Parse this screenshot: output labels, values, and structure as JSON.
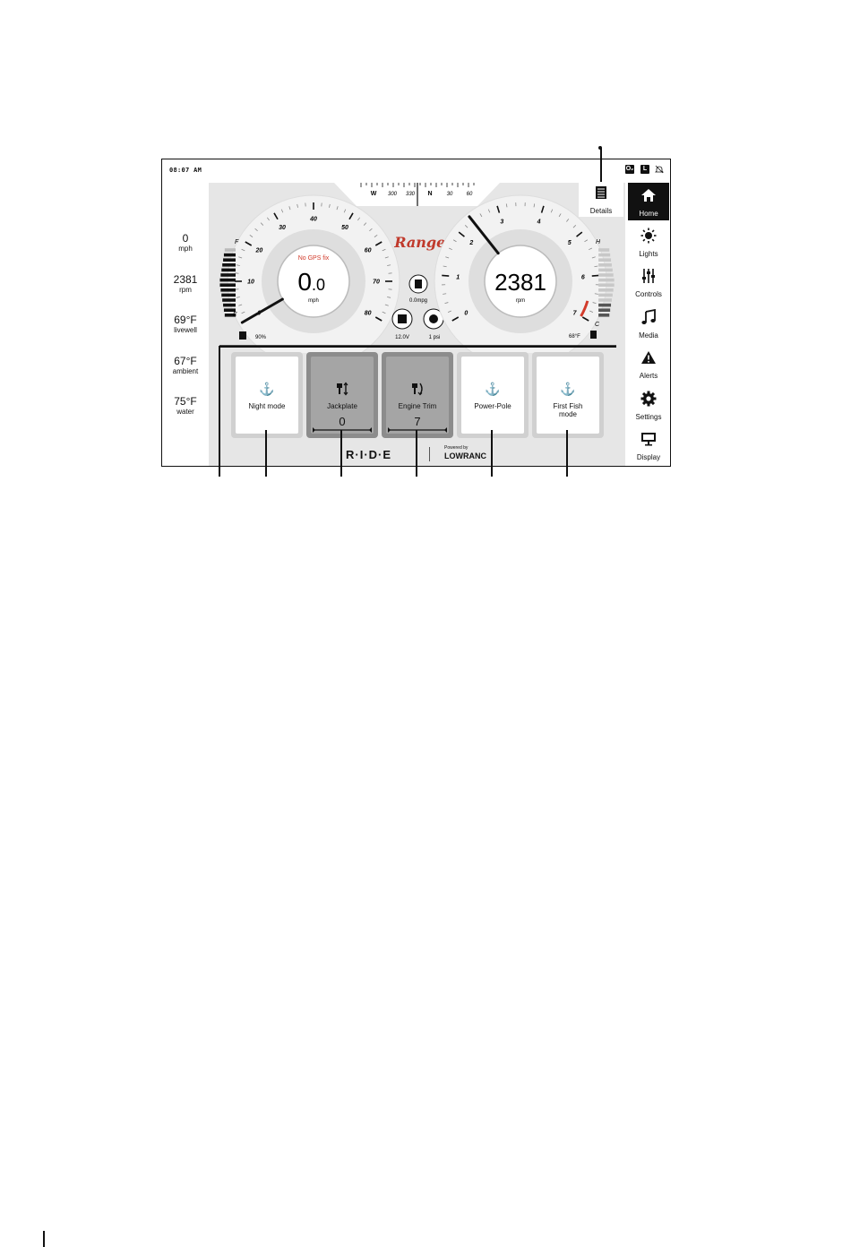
{
  "status_bar": {
    "time": "08:07 AM",
    "icons": [
      "o2-icon",
      "location-icon",
      "bell-muted-icon"
    ]
  },
  "compass": {
    "labels": [
      "W",
      "300",
      "330",
      "N",
      "30",
      "60"
    ]
  },
  "left_stats": [
    {
      "value": "0",
      "unit": "mph"
    },
    {
      "value": "2381",
      "unit": "rpm"
    },
    {
      "value": "69°F",
      "unit": "livewell"
    },
    {
      "value": "67°F",
      "unit": "ambient"
    },
    {
      "value": "75°F",
      "unit": "water"
    }
  ],
  "speed_gauge": {
    "status": "No GPS fix",
    "value_main": "0",
    "value_dec": ".0",
    "unit": "mph",
    "ticks": [
      "0",
      "10",
      "20",
      "30",
      "40",
      "50",
      "60",
      "70",
      "80"
    ],
    "fuel_full": "F",
    "fuel_empty": "E",
    "fuel_percent": "90%",
    "fuel_level": 0.9,
    "speed_value": 0
  },
  "center": {
    "brand": "Ranger",
    "mpg": "0.0mpg",
    "voltage": "12.0V",
    "oil": "1 psi"
  },
  "rpm_gauge": {
    "value": "2381",
    "unit": "rpm",
    "ticks": [
      "0",
      "1",
      "2",
      "3",
      "4",
      "5",
      "6",
      "7"
    ],
    "temp_hot": "H",
    "temp_cold": "C",
    "engine_temp": "68°F",
    "rpm_thousands": 2.381,
    "temp_level": 0.18
  },
  "details_button": {
    "label": "Details"
  },
  "nav": [
    {
      "label": "Home",
      "icon": "home-icon",
      "active": true
    },
    {
      "label": "Lights",
      "icon": "sun-icon",
      "active": false
    },
    {
      "label": "Controls",
      "icon": "sliders-icon",
      "active": false
    },
    {
      "label": "Media",
      "icon": "music-note-icon",
      "active": false
    },
    {
      "label": "Alerts",
      "icon": "warning-icon",
      "active": false
    },
    {
      "label": "Settings",
      "icon": "gear-icon",
      "active": false
    },
    {
      "label": "Display",
      "icon": "monitor-icon",
      "active": false
    }
  ],
  "tiles": [
    {
      "label": "Night mode",
      "icon": "anchor-icon",
      "active": false,
      "value": ""
    },
    {
      "label": "Jackplate",
      "icon": "jackplate-icon",
      "active": true,
      "value": "0"
    },
    {
      "label": "Engine Trim",
      "icon": "engine-trim-icon",
      "active": true,
      "value": "7"
    },
    {
      "label": "Power-Pole",
      "icon": "anchor-icon",
      "active": false,
      "value": ""
    },
    {
      "label": "First Fish mode",
      "icon": "anchor-icon",
      "active": false,
      "value": ""
    }
  ],
  "footer": {
    "ride_logo": "R·I·D·E",
    "powered_by": "Powered by",
    "lowrance": "LOWRANC"
  }
}
